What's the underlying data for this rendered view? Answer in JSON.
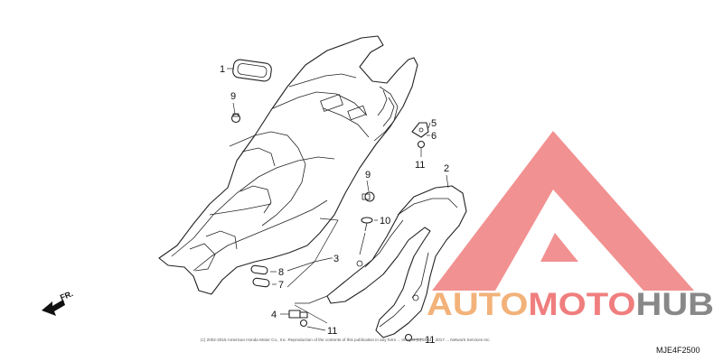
{
  "callouts": {
    "c1": "1",
    "c2": "2",
    "c3": "3",
    "c4": "4",
    "c5": "5",
    "c6": "6",
    "c7": "7",
    "c8": "8",
    "c9a": "9",
    "c9b": "9",
    "c10": "10",
    "c11a": "11",
    "c11b": "11",
    "c11c": "11"
  },
  "direction": {
    "label": "FR."
  },
  "diagram_code": "MJE4F2500",
  "copyright": "(c) 2002-2015 American Honda Motor Co., Inc. Reproduction of the contents of this publication in any form ... Images (c) 2004 - 2017 ... Network Services Inc.",
  "watermark": {
    "part1": "AUTO",
    "part2": "MOTO",
    "part3": "HUB"
  },
  "colors": {
    "logo_red": "#f07e7e",
    "logo_orange": "#f2b27a",
    "logo_gray": "#888888",
    "line": "#222222"
  }
}
